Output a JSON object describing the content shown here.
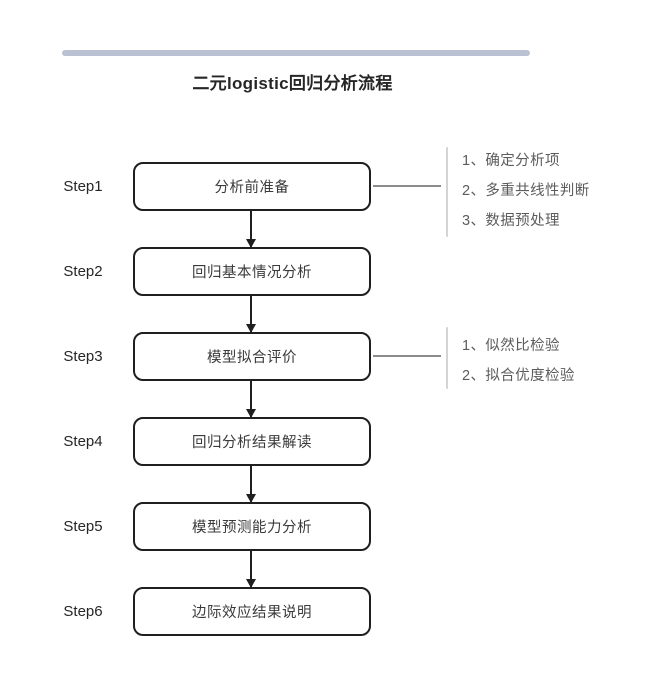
{
  "header": {
    "accent_color": "#b9c1d3",
    "title": "二元logistic回归分析流程"
  },
  "flow": {
    "node_border_color": "#1f1f1f",
    "annotation_text_color": "#5c5c5c",
    "steps": [
      {
        "step_label": "Step1",
        "node_label": "分析前准备",
        "annotations": [
          "1、确定分析项",
          "2、多重共线性判断",
          "3、数据预处理"
        ]
      },
      {
        "step_label": "Step2",
        "node_label": "回归基本情况分析",
        "annotations": []
      },
      {
        "step_label": "Step3",
        "node_label": "模型拟合评价",
        "annotations": [
          "1、似然比检验",
          "2、拟合优度检验"
        ]
      },
      {
        "step_label": "Step4",
        "node_label": "回归分析结果解读",
        "annotations": []
      },
      {
        "step_label": "Step5",
        "node_label": "模型预测能力分析",
        "annotations": []
      },
      {
        "step_label": "Step6",
        "node_label": "边际效应结果说明",
        "annotations": []
      }
    ]
  }
}
